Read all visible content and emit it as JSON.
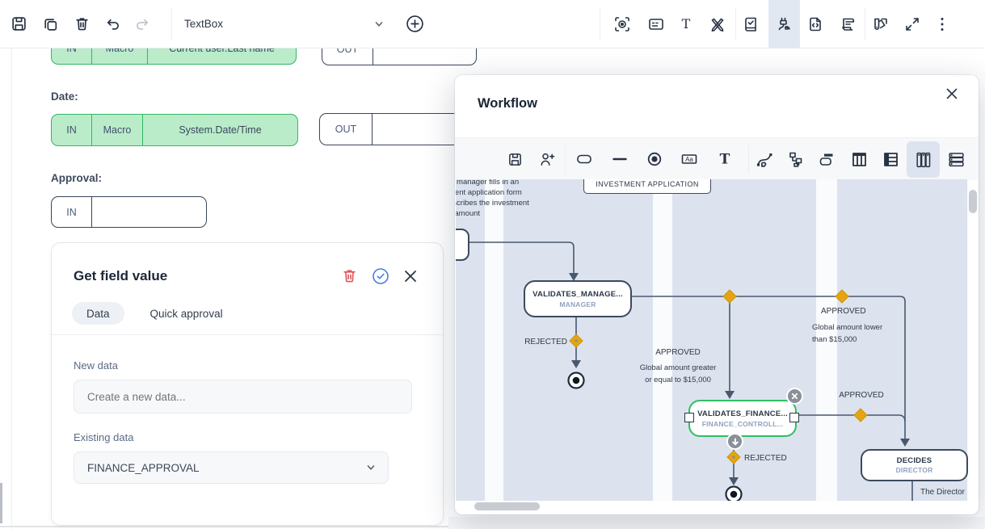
{
  "app_toolbar": {
    "element_selector": "TextBox",
    "left_icons": [
      "save",
      "duplicate",
      "delete",
      "undo",
      "redo"
    ],
    "add_icon": "add-element",
    "right_icons": [
      "preview",
      "form-card",
      "text",
      "design",
      "validation-book",
      "connectors",
      "code-file",
      "script",
      "theme-swatches",
      "fullscreen",
      "more"
    ],
    "active_tool": "connectors"
  },
  "form": {
    "rows": [
      {
        "in": "IN",
        "macro": "Macro",
        "value": "Current user.Last name",
        "out": "OUT"
      },
      {
        "label": "Date:",
        "in": "IN",
        "macro": "Macro",
        "value": "System.Date/Time",
        "out": "OUT"
      },
      {
        "label": "Approval:",
        "in": "IN"
      }
    ]
  },
  "field_panel": {
    "title": "Get field value",
    "icons": [
      "delete",
      "approve",
      "close"
    ],
    "tabs": [
      {
        "label": "Data",
        "active": true
      },
      {
        "label": "Quick approval",
        "active": false
      }
    ],
    "new_data": {
      "label": "New data",
      "placeholder": "Create a new data..."
    },
    "existing_data": {
      "label": "Existing data",
      "value": "FINANCE_APPROVAL"
    }
  },
  "workflow": {
    "title": "Workflow",
    "close_icon": "close",
    "toolbar_icons": [
      "save",
      "user-add",
      "shape-rounded-rect",
      "shape-line",
      "shape-end-state",
      "shape-label",
      "shape-text",
      "connector-tool",
      "org-chart",
      "off-page",
      "table-columns",
      "table-header",
      "vertical-lanes",
      "horizontal-lanes"
    ],
    "active_tool": "vertical-lanes",
    "description_lines": [
      "ct manager fills in an",
      "ment application form",
      "escribes the investment",
      "s amount"
    ],
    "nodes": {
      "investment_application": {
        "title": "INVESTMENT APPLICATION"
      },
      "validates_manager": {
        "title": "VALIDATES_MANAGE...",
        "subtitle": "MANAGER"
      },
      "validates_finance": {
        "title": "VALIDATES_FINANCE...",
        "subtitle": "FINANCE_CONTROLL...",
        "selected": true
      },
      "decides": {
        "title": "DECIDES",
        "subtitle": "DIRECTOR"
      }
    },
    "edge_labels": {
      "rejected_manager": "REJECTED",
      "approved_ge_1": "APPROVED",
      "approved_ge_2": "Global amount greater",
      "approved_ge_3": "or equal to $15,000",
      "approved_lower_1": "APPROVED",
      "approved_lower_2": "Global amount lower",
      "approved_lower_3": "than $15,000",
      "approved_finance": "APPROVED",
      "rejected_finance": "REJECTED",
      "director_note": "The Director"
    },
    "colors": {
      "diamond": "#E6A50F",
      "node_border": "#3D4A5C",
      "selected_node_border": "#2FBE63",
      "lane": "#DCE3EE",
      "edge": "#49586E"
    }
  }
}
